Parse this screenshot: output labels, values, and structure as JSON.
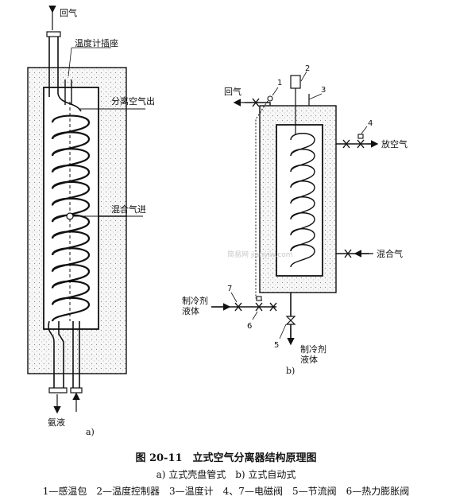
{
  "figure": {
    "left": {
      "gas_return": "回气",
      "thermo_socket": "温度计插座",
      "sep_air_out": "分离空气出",
      "mixed_in": "混合气进",
      "ammonia": "氨液",
      "sublabel": "a)"
    },
    "right": {
      "gas_return": "回气",
      "vent_air": "放空气",
      "mixed_gas": "混合气",
      "refrigerant_in": "制冷剂液体",
      "refrigerant_out": "制冷剂液体",
      "sublabel": "b)",
      "numbers": [
        "1",
        "2",
        "3",
        "4",
        "5",
        "6",
        "7"
      ]
    },
    "watermark": "简易网 jianyiw.com"
  },
  "caption": {
    "title": "图 20-11　立式空气分离器结构原理图",
    "subtitle": "a) 立式壳盘管式　b) 立式自动式",
    "legend": "1—感温包　2—温度控制器　3—温度计　4、7—电磁阀　5—节流阀　6—热力膨胀阀"
  }
}
